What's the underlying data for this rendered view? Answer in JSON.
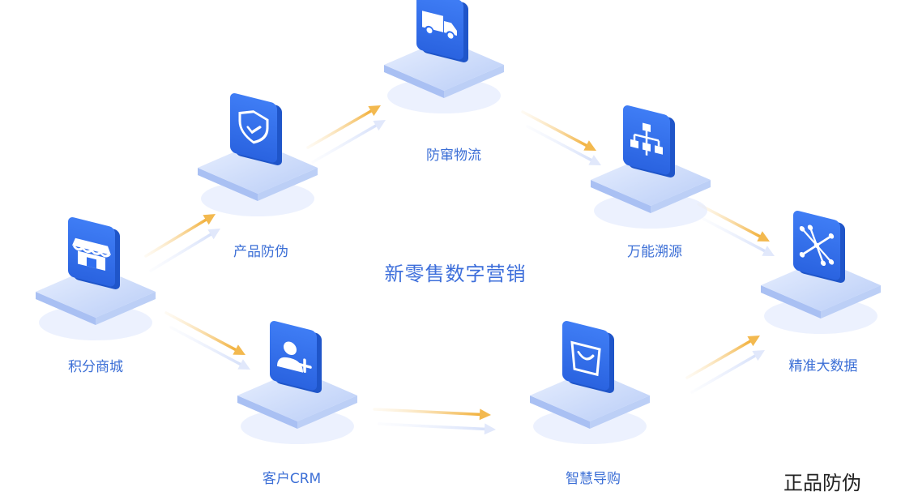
{
  "center_title": "新零售数字营销",
  "caption": "正品防伪",
  "nodes": [
    {
      "id": "jifen",
      "label": "积分商城",
      "icon": "storefront-icon"
    },
    {
      "id": "chanpin",
      "label": "产品防伪",
      "icon": "shield-check-icon"
    },
    {
      "id": "wuliu",
      "label": "防窜物流",
      "icon": "truck-icon"
    },
    {
      "id": "suyuan",
      "label": "万能溯源",
      "icon": "hierarchy-icon"
    },
    {
      "id": "dashuju",
      "label": "精准大数据",
      "icon": "network-icon"
    },
    {
      "id": "crm",
      "label": "客户CRM",
      "icon": "user-add-icon"
    },
    {
      "id": "daogou",
      "label": "智慧导购",
      "icon": "shopping-bag-icon"
    }
  ],
  "edges": [
    {
      "from": "jifen",
      "to": "chanpin"
    },
    {
      "from": "chanpin",
      "to": "wuliu"
    },
    {
      "from": "wuliu",
      "to": "suyuan"
    },
    {
      "from": "suyuan",
      "to": "dashuju"
    },
    {
      "from": "jifen",
      "to": "crm"
    },
    {
      "from": "crm",
      "to": "daogou"
    },
    {
      "from": "daogou",
      "to": "dashuju"
    }
  ],
  "colors": {
    "platform": "#cfdcfb",
    "icon_card": "#2f6ef0",
    "arrow": "#f3b94f",
    "arrow_ghost": "#e1e8fb",
    "label": "#3c6fd6"
  }
}
